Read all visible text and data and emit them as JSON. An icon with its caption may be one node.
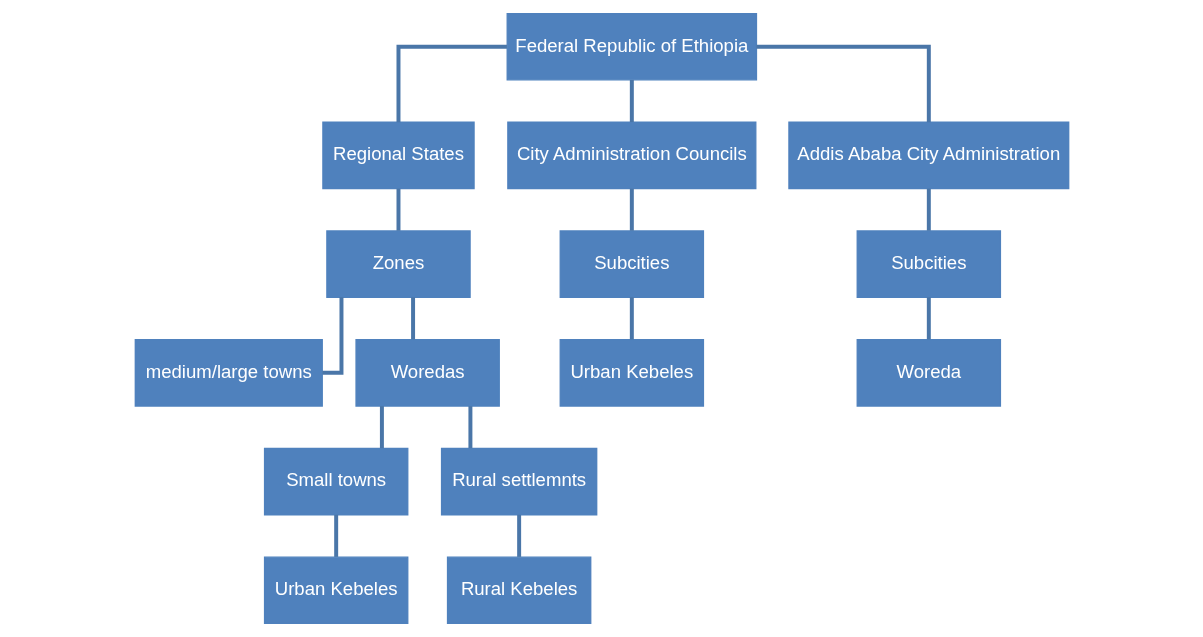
{
  "diagram": {
    "nodes": [
      {
        "text": [
          "Federal Republic of Ethiopia"
        ]
      },
      {
        "text": [
          "Regional States"
        ]
      },
      {
        "text": [
          "City Administration Councils"
        ]
      },
      {
        "text": [
          "Addis Ababa City Administration"
        ]
      },
      {
        "text": [
          "Zones"
        ]
      },
      {
        "text": [
          "Subcities"
        ]
      },
      {
        "text": [
          "Subcities"
        ]
      },
      {
        "text": [
          "medium/large towns"
        ]
      },
      {
        "text": [
          "Woredas"
        ]
      },
      {
        "text": [
          "Urban Kebeles"
        ]
      },
      {
        "text": [
          "Woreda"
        ]
      },
      {
        "text": [
          "Small towns"
        ]
      },
      {
        "text": [
          "Rural settlemnts"
        ]
      },
      {
        "text": [
          "Urban Kebeles"
        ]
      },
      {
        "text": [
          "Rural Kebeles"
        ]
      }
    ],
    "edges": [
      {
        "from": 0,
        "to": 1,
        "arrow": "none"
      },
      {
        "from": 0,
        "to": 2,
        "arrow": "none"
      },
      {
        "from": 0,
        "to": 3,
        "arrow": "none"
      },
      {
        "from": 1,
        "to": 4,
        "arrow": "none"
      },
      {
        "from": 2,
        "to": 5,
        "arrow": "none"
      },
      {
        "from": 3,
        "to": 6,
        "arrow": "none"
      },
      {
        "from": 4,
        "to": 7,
        "arrow": "none"
      },
      {
        "from": 4,
        "to": 8,
        "arrow": "none"
      },
      {
        "from": 5,
        "to": 9,
        "arrow": "none"
      },
      {
        "from": 6,
        "to": 10,
        "arrow": "none"
      },
      {
        "from": 8,
        "to": 11,
        "arrow": "none"
      },
      {
        "from": 8,
        "to": 12,
        "arrow": "none"
      },
      {
        "from": 11,
        "to": 13,
        "arrow": "none"
      },
      {
        "from": 12,
        "to": 14,
        "arrow": "none"
      }
    ]
  }
}
